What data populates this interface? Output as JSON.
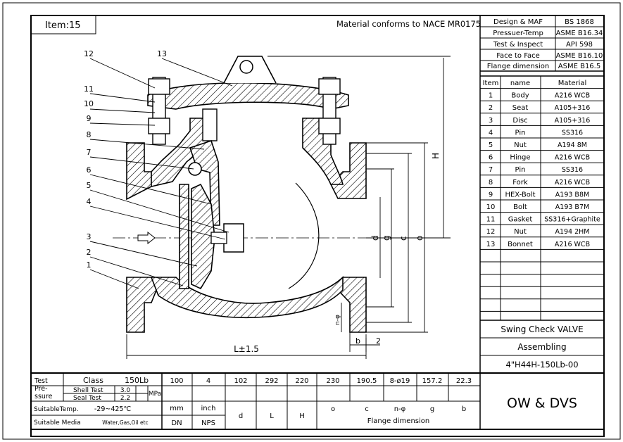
{
  "title_block": {
    "item_label": "Item:15",
    "material_note": "Material conforms to NACE MR0175"
  },
  "standards": [
    {
      "label": "Design & MAF",
      "value": "BS 1868"
    },
    {
      "label": "Pressuer-Temp",
      "value": "ASME B16.34"
    },
    {
      "label": "Test & Inspect",
      "value": "API 598"
    },
    {
      "label": "Face to Face",
      "value": "ASME B16.10"
    },
    {
      "label": "Flange dimension",
      "value": "ASME B16.5"
    }
  ],
  "parts_table": {
    "headers": [
      "Item",
      "name",
      "Material"
    ],
    "rows": [
      {
        "item": "1",
        "name": "Body",
        "material": "A216 WCB"
      },
      {
        "item": "2",
        "name": "Seat",
        "material": "A105+316"
      },
      {
        "item": "3",
        "name": "Disc",
        "material": "A105+316"
      },
      {
        "item": "4",
        "name": "Pin",
        "material": "SS316"
      },
      {
        "item": "5",
        "name": "Nut",
        "material": "A194 8M"
      },
      {
        "item": "6",
        "name": "Hinge",
        "material": "A216 WCB"
      },
      {
        "item": "7",
        "name": "Pin",
        "material": "SS316"
      },
      {
        "item": "8",
        "name": "Fork",
        "material": "A216 WCB"
      },
      {
        "item": "9",
        "name": "HEX-Bolt",
        "material": "A193 B8M"
      },
      {
        "item": "10",
        "name": "Bolt",
        "material": "A193 B7M"
      },
      {
        "item": "11",
        "name": "Gasket",
        "material": "SS316+Graphite"
      },
      {
        "item": "12",
        "name": "Nut",
        "material": "A194 2HM"
      },
      {
        "item": "13",
        "name": "Bonnet",
        "material": "A216 WCB"
      }
    ]
  },
  "title_lines": [
    "Swing Check VALVE",
    "Assembling",
    "4\"H44H-150Lb-00"
  ],
  "company": "OW & DVS",
  "callouts": [
    "1",
    "2",
    "3",
    "4",
    "5",
    "6",
    "7",
    "8",
    "9",
    "10",
    "11",
    "12",
    "13"
  ],
  "dimension_labels": {
    "length": "L±1.5",
    "height": "H",
    "d": "d",
    "g": "g",
    "c": "c",
    "o": "o",
    "b": "b",
    "two": "2",
    "n_phi": "n-φ"
  },
  "spec_table": {
    "test": "Test",
    "pressure_1": "Pre-",
    "pressure_2": "ssure",
    "class_label": "Class",
    "class_value": "150Lb",
    "shell_test": "Shell Test",
    "shell_value": "3.0",
    "seal_test": "Seal Test",
    "seal_value": "2.2",
    "unit": "MPa",
    "temp_label": "SuitableTemp.",
    "temp_value": "-29~425℃",
    "media_label": "Suitable Media",
    "media_value": "Water,Gas,Oil etc",
    "values": [
      "100",
      "4",
      "102",
      "292",
      "220",
      "230",
      "190.5",
      "8-ø19",
      "157.2",
      "22.3"
    ],
    "unit_row": [
      "mm",
      "inch"
    ],
    "labels_row": [
      "DN",
      "NPS",
      "d",
      "L",
      "H",
      "o",
      "c",
      "n-φ",
      "g",
      "b"
    ],
    "flange_dimension": "Flange dimension"
  }
}
